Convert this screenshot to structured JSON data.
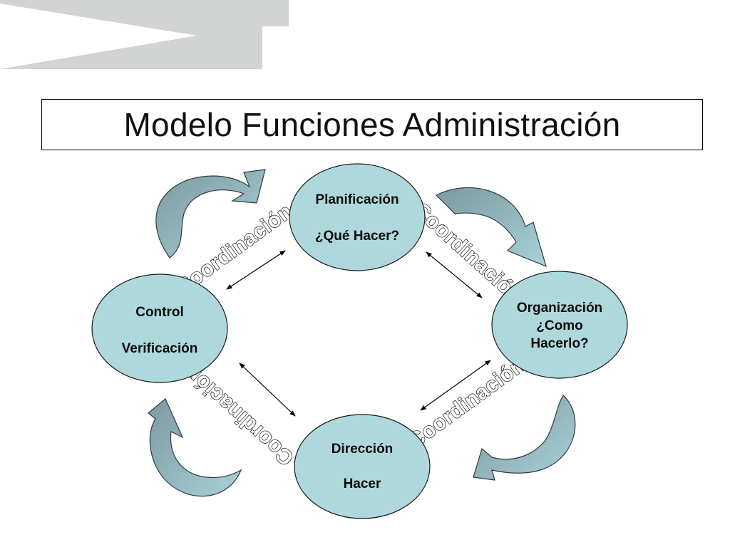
{
  "title": "Modelo Funciones Administración",
  "colors": {
    "node_fill": "#aed8dc",
    "arrow_light": "#a9d1d8",
    "arrow_dark": "#7c99a0",
    "banner_gray": "#d2d3d3"
  },
  "nodes": {
    "planificacion": {
      "line1": "Planificación",
      "line2": "¿Qué Hacer?"
    },
    "organizacion": {
      "line1": "Organización",
      "line2": "¿Como",
      "line3": "Hacerlo?"
    },
    "direccion": {
      "line1": "Dirección",
      "line2": "Hacer"
    },
    "control": {
      "line1": "Control",
      "line2": "Verificación"
    }
  },
  "labels": {
    "coord_top_left": "Coordinación",
    "coord_top_right": "Coordinación",
    "coord_bottom_right": "Coordinación",
    "coord_bottom_left": "Coordinación"
  }
}
